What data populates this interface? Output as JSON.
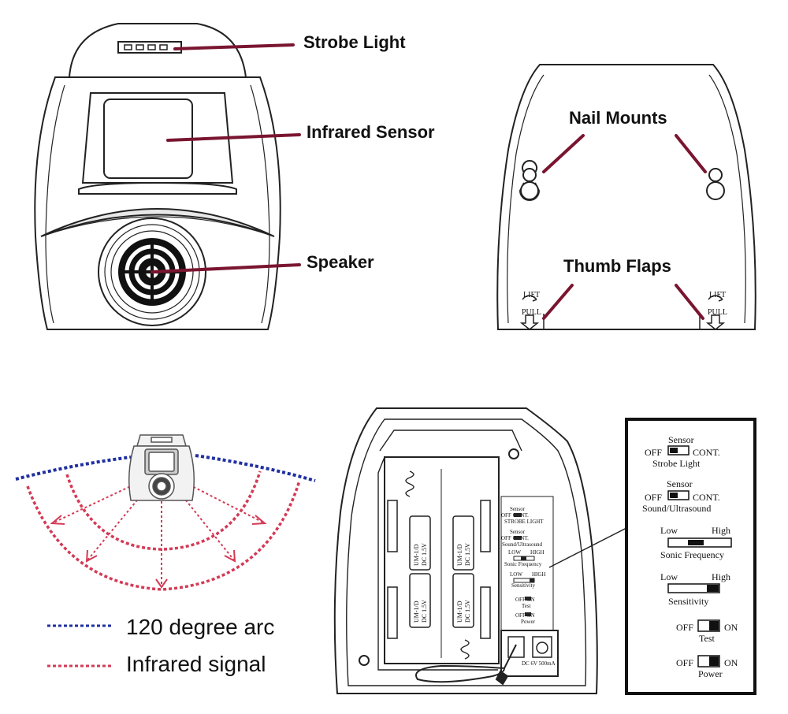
{
  "callouts": {
    "strobe_light": "Strobe Light",
    "infrared_sensor": "Infrared Sensor",
    "speaker": "Speaker",
    "nail_mounts": "Nail Mounts",
    "thumb_flaps": "Thumb Flaps",
    "lift": "LIFT",
    "pull": "PULL"
  },
  "legend": {
    "arc": "120 degree arc",
    "signal": "Infrared signal"
  },
  "colors": {
    "callout_line": "#7a1530",
    "arc_blue": "#1f2fa0",
    "signal_red": "#d43a55"
  },
  "panel": {
    "sensor_1": "Sensor",
    "off_1": "OFF",
    "cont_1": "CONT.",
    "strobe_light": "Strobe Light",
    "sensor_2": "Sensor",
    "off_2": "OFF",
    "cont_2": "CONT.",
    "sound_ultrasound": "Sound/Ultrasound",
    "low_1": "Low",
    "high_1": "High",
    "sonic_frequency": "Sonic Frequency",
    "low_2": "Low",
    "high_2": "High",
    "sensitivity": "Sensitivity",
    "off_3": "OFF",
    "on_3": "ON",
    "test": "Test",
    "off_4": "OFF",
    "on_4": "ON",
    "power": "Power"
  },
  "small_panel": {
    "sensor_1": "Sensor",
    "offcont_1": "OFF  CONT.",
    "strobe_light": "STROBE LIGHT",
    "sensor_2": "Sensor",
    "offcont_2": "OFF  CONT.",
    "sound_ultrasound": "Sound/Ultrasound",
    "low": "LOW",
    "high": "HIGH",
    "sonic_frequency": "Sonic Frequency",
    "low_2": "LOW",
    "high_2": "HIGH",
    "sensitivity": "Sensitivity",
    "offon_1": "OFF ON",
    "test": "Test",
    "offon_2": "OFF ON",
    "power": "Power",
    "dc_rating": "DC 6V 500mA"
  },
  "batteries": {
    "label_1": "UM-1/D",
    "label_2": "DC 1.5V"
  }
}
